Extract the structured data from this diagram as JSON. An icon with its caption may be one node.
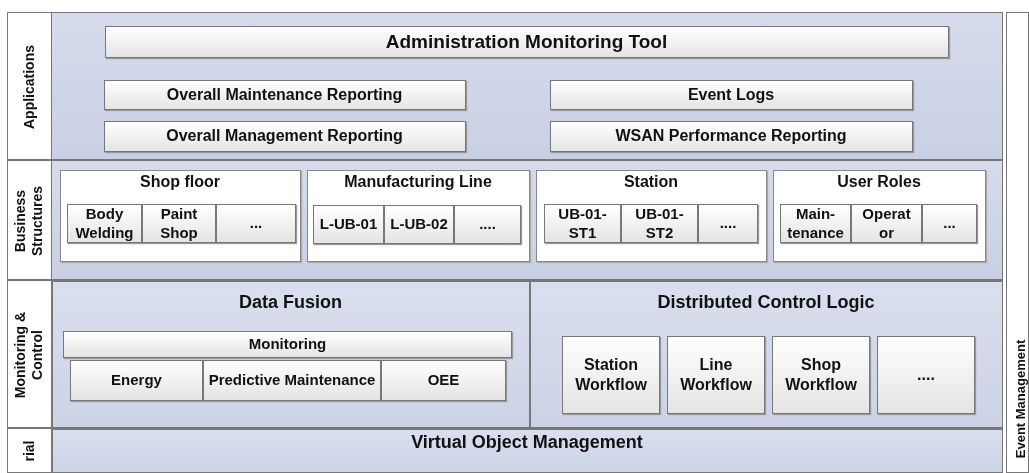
{
  "diagram": {
    "nodes": [
      {
        "text": [
          "Applications"
        ]
      },
      {
        "text": [
          "Administration Monitoring Tool"
        ],
        "in": 0
      },
      {
        "text": [
          "Overall Maintenance Reporting"
        ],
        "in": 0
      },
      {
        "text": [
          "Event Logs"
        ],
        "in": 0
      },
      {
        "text": [
          "Overall Management Reporting"
        ],
        "in": 0
      },
      {
        "text": [
          "WSAN Performance Reporting"
        ],
        "in": 0
      },
      {
        "text": [
          "Business Structures"
        ]
      },
      {
        "text": [
          "Shop floor"
        ],
        "in": 6
      },
      {
        "text": [
          "Body Welding"
        ],
        "in": 7
      },
      {
        "text": [
          "Paint Shop"
        ],
        "in": 7
      },
      {
        "text": [
          "..."
        ],
        "in": 7
      },
      {
        "text": [
          "Manufacturing Line"
        ],
        "in": 6
      },
      {
        "text": [
          "L-UB-01"
        ],
        "in": 11
      },
      {
        "text": [
          "L-UB-02"
        ],
        "in": 11
      },
      {
        "text": [
          "...."
        ],
        "in": 11
      },
      {
        "text": [
          "Station"
        ],
        "in": 6
      },
      {
        "text": [
          "UB-01- ST1"
        ],
        "in": 15
      },
      {
        "text": [
          "UB-01- ST2"
        ],
        "in": 15
      },
      {
        "text": [
          "...."
        ],
        "in": 15
      },
      {
        "text": [
          "User Roles"
        ],
        "in": 6
      },
      {
        "text": [
          "Main- tenance"
        ],
        "in": 19
      },
      {
        "text": [
          "Operat or"
        ],
        "in": 19
      },
      {
        "text": [
          "..."
        ],
        "in": 19
      },
      {
        "text": [
          "Monitoring & Control"
        ]
      },
      {
        "text": [
          "Data Fusion"
        ],
        "in": 23
      },
      {
        "text": [
          "Monitoring"
        ],
        "in": 24
      },
      {
        "text": [
          "Energy"
        ],
        "in": 24
      },
      {
        "text": [
          "Predictive Maintenance"
        ],
        "in": 24
      },
      {
        "text": [
          "OEE"
        ],
        "in": 24
      },
      {
        "text": [
          "Distributed Control Logic"
        ],
        "in": 23
      },
      {
        "text": [
          "Station Workflow"
        ],
        "in": 29
      },
      {
        "text": [
          "Line Workflow"
        ],
        "in": 29
      },
      {
        "text": [
          "Shop Workflow"
        ],
        "in": 29
      },
      {
        "text": [
          "...."
        ],
        "in": 29
      },
      {
        "text": [
          "rial"
        ]
      },
      {
        "text": [
          "Virtual Object Management"
        ],
        "in": 34
      },
      {
        "text": [
          "Event Management"
        ]
      }
    ]
  }
}
